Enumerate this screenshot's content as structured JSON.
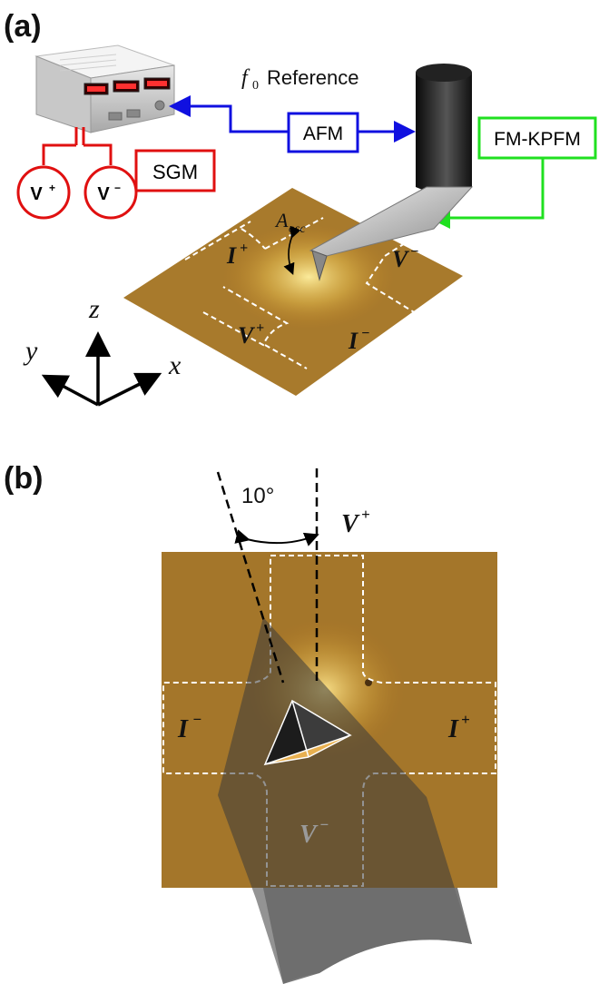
{
  "panels": {
    "a": {
      "label": "(a)",
      "reference": {
        "symbol": "f",
        "subscript": "0",
        "text": "Reference"
      },
      "boxes": {
        "afm": "AFM",
        "sgm": "SGM",
        "fmkpfm": "FM-KPFM"
      },
      "sources": {
        "vplus": "V",
        "vplus_sup": "+",
        "vminus": "V",
        "vminus_sup": "−"
      },
      "amplitude": {
        "symbol": "A",
        "subscript": "osc"
      },
      "terminals": {
        "i_plus": {
          "base": "I",
          "sup": "+"
        },
        "v_minus": {
          "base": "V",
          "sup": "−"
        },
        "v_plus": {
          "base": "V",
          "sup": "+"
        },
        "i_minus": {
          "base": "I",
          "sup": "−"
        }
      },
      "axes": {
        "x": "x",
        "y": "y",
        "z": "z"
      },
      "colors": {
        "afm": "#1010e0",
        "sgm": "#e01010",
        "fmkpfm": "#20e020"
      }
    },
    "b": {
      "label": "(b)",
      "angle": "10°",
      "terminals": {
        "v_plus": {
          "base": "V",
          "sup": "+"
        },
        "i_minus": {
          "base": "I",
          "sup": "−"
        },
        "i_plus": {
          "base": "I",
          "sup": "+"
        },
        "v_minus": {
          "base": "V",
          "sup": "−"
        }
      }
    }
  }
}
